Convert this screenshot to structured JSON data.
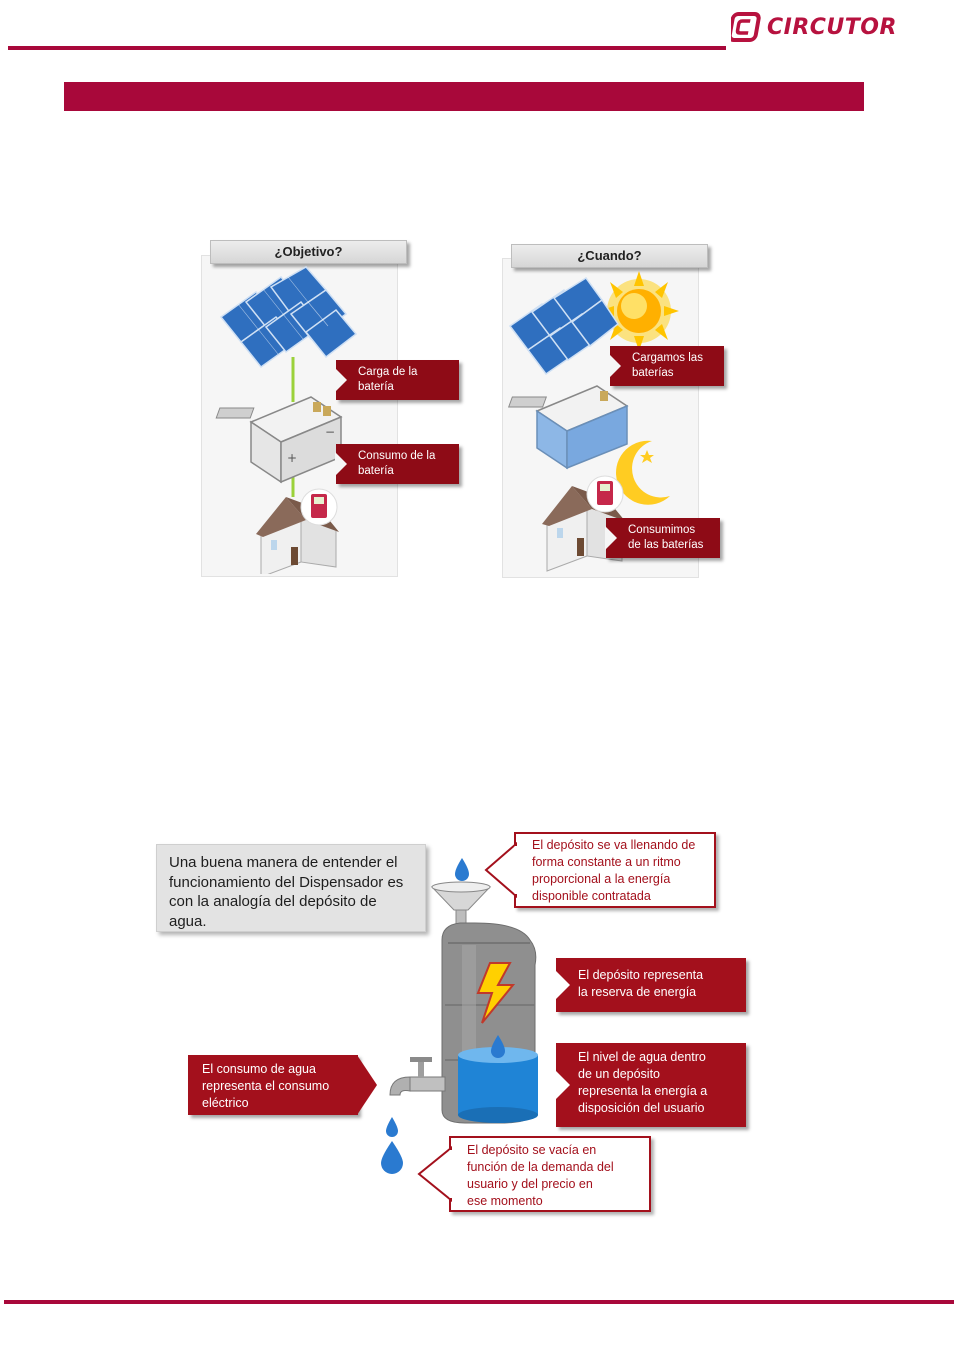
{
  "header": {
    "logo_text": "CIRCUTOR",
    "logo_icon": "circutor-logo-icon",
    "brand_color": "#a8083a"
  },
  "panels": {
    "objetivo": {
      "title": "¿Objetivo?",
      "callout_charge": "Carga de la\nbatería",
      "callout_consume": "Consumo de la\nbatería"
    },
    "cuando": {
      "title": "¿Cuando?",
      "callout_charge": "Cargamos las\nbaterías",
      "callout_consume": "Consumimos\nde las baterías"
    }
  },
  "analogy": {
    "intro": "Una buena manera de entender el funcionamiento del Dispensador es con la analogía del depósito de agua.",
    "fill": "El depósito se va llenando  de forma constante a un ritmo proporcional  a la energía disponible  contratada",
    "reserve": "El depósito representa\nla reserva de energía",
    "level": "El nivel de agua dentro\nde un depósito\nrepresenta la energía a\ndisposición del usuario",
    "consumption": "El consumo de agua\nrepresenta el consumo\neléctrico",
    "empty": "El depósito se vacía en\nfunción de la demanda  del\nusuario y del precio en\nese momento"
  }
}
